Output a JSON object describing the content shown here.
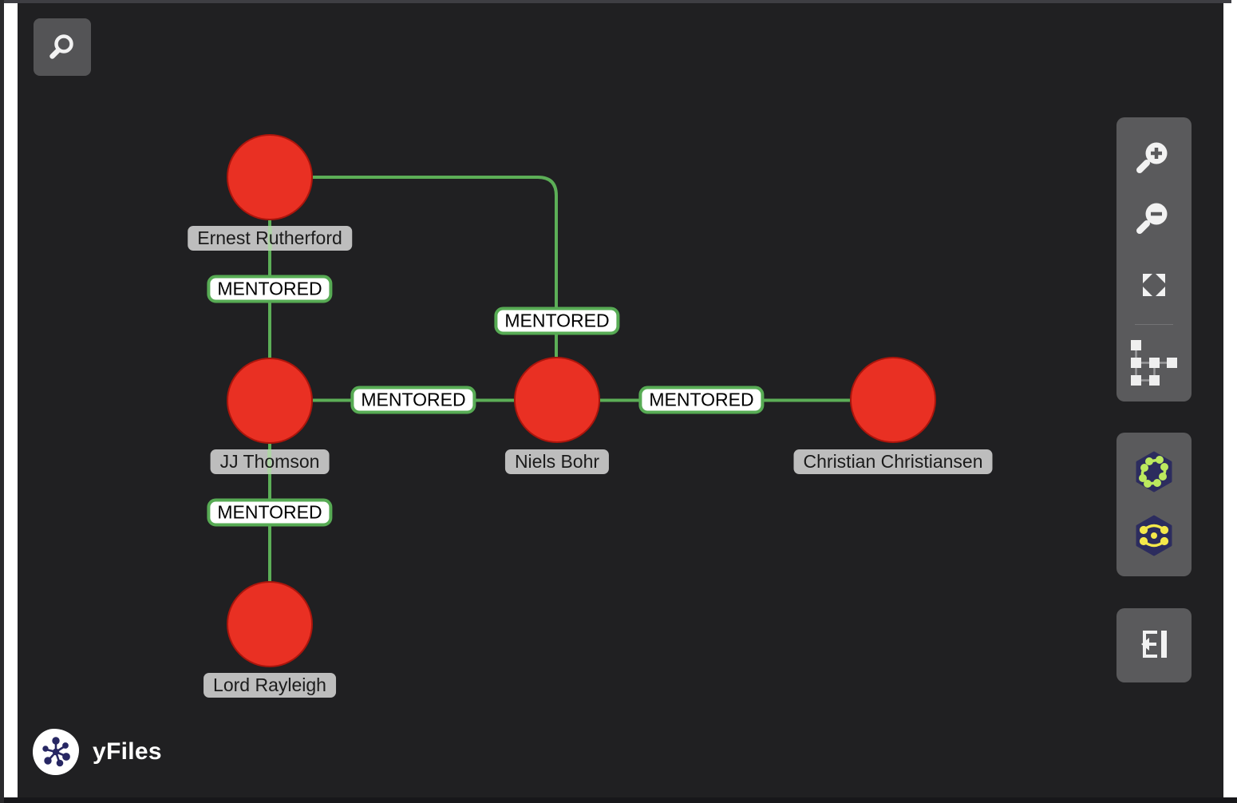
{
  "app": {
    "canvas_background": "#202022",
    "brand": {
      "logo_text": "yFiles",
      "logo_icon": "yfiles-splat-icon"
    }
  },
  "colors": {
    "node_fill": "#e93023",
    "node_border": "#ab150c",
    "edge_green": "#5cae57",
    "edge_label_border": "#57ab54",
    "node_label_background": "#bdbdbd",
    "toolbar_background": "#5a5a5c",
    "layout_icon_hexagon": "#2c2c5e",
    "layout_icon_organic_green": "#bce95e",
    "layout_icon_circular_yellow": "#f4e84a"
  },
  "search": {
    "icon": "search-icon"
  },
  "graph": {
    "nodes": [
      {
        "id": "rutherford",
        "label": "Ernest Rutherford"
      },
      {
        "id": "thomson",
        "label": "JJ Thomson"
      },
      {
        "id": "bohr",
        "label": "Niels Bohr"
      },
      {
        "id": "christiansen",
        "label": "Christian Christiansen"
      },
      {
        "id": "rayleigh",
        "label": "Lord Rayleigh"
      }
    ],
    "edges": [
      {
        "from": "Ernest Rutherford",
        "to": "JJ Thomson",
        "label": "MENTORED"
      },
      {
        "from": "Ernest Rutherford",
        "to": "Niels Bohr",
        "label": "MENTORED"
      },
      {
        "from": "JJ Thomson",
        "to": "Niels Bohr",
        "label": "MENTORED"
      },
      {
        "from": "Niels Bohr",
        "to": "Christian Christiansen",
        "label": "MENTORED"
      },
      {
        "from": "JJ Thomson",
        "to": "Lord Rayleigh",
        "label": "MENTORED"
      }
    ]
  },
  "right_toolbar": {
    "view_panel_icons": [
      "zoom-in-icon",
      "zoom-out-icon",
      "fit-content-icon",
      "hierarchic-layout-icon"
    ],
    "layout_panel_icons": [
      "organic-layout-icon",
      "circular-layout-icon"
    ],
    "exit_panel_icons": [
      "exit-sidebar-icon"
    ]
  }
}
